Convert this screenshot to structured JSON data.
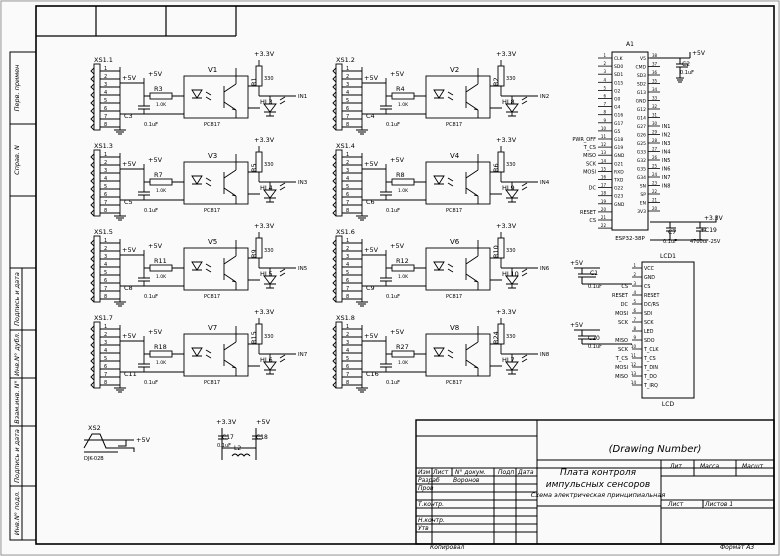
{
  "frame": {
    "side": {
      "perv_primen": "Перв. примен",
      "sprav": "Справ. N",
      "podp_data": "Подпись и дата",
      "inv_dubl": "Инв.N° дубл.",
      "vzam_inv": "Взам.инв. N°",
      "inv_podl": "Инв.N° подл."
    }
  },
  "title_block": {
    "drawing_number": "(Drawing Number)",
    "title_line1": "Плата контроля",
    "title_line2": "импульсных сенсоров",
    "subtitle": "Схема электрическая принципиальная",
    "col_izm": "Изм",
    "col_list": "Лист",
    "col_dokum": "N° докум.",
    "col_podp": "Подп",
    "col_data": "Дата",
    "row_razrab": "Разраб",
    "author": "Воронов",
    "row_prov": "Пров",
    "row_tkontr": "Т.контр.",
    "row_nkontr": "Н.контр.",
    "row_utv": "Утв",
    "lit": "Лит",
    "massa": "Масса",
    "masht": "Масшт",
    "list": "Лист",
    "listov": "Листов  1",
    "copied": "Копировал",
    "format": "Формат  А3"
  },
  "channels": [
    {
      "conn": "XS1.1",
      "v": "V1",
      "r_top": "R1",
      "r_top_val": "330",
      "r": "R3",
      "r_val": "1.0K",
      "c": "C3",
      "c_val": "0.1uF",
      "led": "HL3",
      "out": "IN1",
      "opto": "PC817",
      "v33": "+3.3V",
      "vcc": "+5V",
      "pins": [
        "1",
        "2",
        "3",
        "4",
        "5",
        "6",
        "7",
        "8"
      ]
    },
    {
      "conn": "XS1.2",
      "v": "V2",
      "r_top": "R2",
      "r_top_val": "330",
      "r": "R4",
      "r_val": "1.0K",
      "c": "C4",
      "c_val": "0.1uF",
      "led": "HL8",
      "out": "IN2",
      "opto": "PC817",
      "v33": "+3.3V",
      "vcc": "+5V",
      "pins": [
        "1",
        "2",
        "3",
        "4",
        "5",
        "6",
        "7",
        "8"
      ]
    },
    {
      "conn": "XS1.3",
      "v": "V3",
      "r_top": "R5",
      "r_top_val": "330",
      "r": "R7",
      "r_val": "1.0K",
      "c": "C5",
      "c_val": "0.1uF",
      "led": "HL4",
      "out": "IN3",
      "opto": "PC817",
      "v33": "+3.3V",
      "vcc": "+5V",
      "pins": [
        "1",
        "2",
        "3",
        "4",
        "5",
        "6",
        "7",
        "8"
      ]
    },
    {
      "conn": "XS1.4",
      "v": "V4",
      "r_top": "R6",
      "r_top_val": "330",
      "r": "R8",
      "r_val": "1.0K",
      "c": "C6",
      "c_val": "0.1uF",
      "led": "HL9",
      "out": "IN4",
      "opto": "PC817",
      "v33": "+3.3V",
      "vcc": "+5V",
      "pins": [
        "1",
        "2",
        "3",
        "4",
        "5",
        "6",
        "7",
        "8"
      ]
    },
    {
      "conn": "XS1.5",
      "v": "V5",
      "r_top": "R9",
      "r_top_val": "330",
      "r": "R11",
      "r_val": "1.0K",
      "c": "C8",
      "c_val": "0.1uF",
      "led": "HL5",
      "out": "IN5",
      "opto": "PC817",
      "v33": "+3.3V",
      "vcc": "+5V",
      "pins": [
        "1",
        "2",
        "3",
        "4",
        "5",
        "6",
        "7",
        "8"
      ]
    },
    {
      "conn": "XS1.6",
      "v": "V6",
      "r_top": "R10",
      "r_top_val": "330",
      "r": "R12",
      "r_val": "1.0K",
      "c": "C9",
      "c_val": "0.1uF",
      "led": "HL10",
      "out": "IN6",
      "opto": "PC817",
      "v33": "+3.3V",
      "vcc": "+5V",
      "pins": [
        "1",
        "2",
        "3",
        "4",
        "5",
        "6",
        "7",
        "8"
      ]
    },
    {
      "conn": "XS1.7",
      "v": "V7",
      "r_top": "R15",
      "r_top_val": "330",
      "r": "R18",
      "r_val": "1.0K",
      "c": "C11",
      "c_val": "0.1uF",
      "led": "HL6",
      "out": "IN7",
      "opto": "PC817",
      "v33": "+3.3V",
      "vcc": "+5V",
      "pins": [
        "1",
        "2",
        "3",
        "4",
        "5",
        "6",
        "7",
        "8"
      ]
    },
    {
      "conn": "XS1.8",
      "v": "V8",
      "r_top": "R24",
      "r_top_val": "330",
      "r": "R27",
      "r_val": "1.0K",
      "c": "C16",
      "c_val": "0.1uF",
      "led": "HL7",
      "out": "IN8",
      "opto": "PC817",
      "v33": "+3.3V",
      "vcc": "+5V",
      "pins": [
        "1",
        "2",
        "3",
        "4",
        "5",
        "6",
        "7",
        "8"
      ]
    }
  ],
  "esp32": {
    "ref": "A1",
    "part": "ESP32-38P",
    "c2_ref": "C2",
    "c2_val": "0.1uF",
    "vcc": "+5V",
    "c7_ref": "C7",
    "c7_val": "0.1uF",
    "c19_ref": "+C19",
    "c19_val": "4700uF-25V",
    "v33": "+3.3V",
    "left_nets": [
      "",
      "",
      "",
      "",
      "",
      "",
      "",
      "",
      "",
      "",
      "PWR_OFF",
      "T_CS",
      "MISO",
      "SCK",
      "MOSI",
      "",
      "DC",
      "",
      "",
      "RESET",
      "CS",
      ""
    ],
    "left_pins": [
      "CLK",
      "SD0",
      "SD1",
      "G15",
      "G2",
      "G0",
      "G4",
      "G16",
      "G17",
      "G5",
      "G18",
      "G19",
      "GND",
      "G21",
      "RXD",
      "TXD",
      "G22",
      "G23",
      "GND",
      "",
      "",
      ""
    ],
    "left_nums": [
      "1",
      "2",
      "3",
      "4",
      "5",
      "6",
      "7",
      "8",
      "9",
      "10",
      "11",
      "12",
      "13",
      "14",
      "15",
      "16",
      "17",
      "18",
      "19",
      "20",
      "21",
      "22"
    ],
    "right_pins": [
      "V5",
      "CMD",
      "SD3",
      "SD2",
      "G13",
      "GND",
      "G12",
      "G14",
      "G27",
      "G26",
      "G25",
      "G33",
      "G32",
      "G35",
      "G34",
      "SN",
      "SP",
      "EN",
      "3V3"
    ],
    "right_nums": [
      "38",
      "37",
      "36",
      "35",
      "34",
      "33",
      "32",
      "31",
      "30",
      "29",
      "28",
      "27",
      "26",
      "25",
      "24",
      "23",
      "22",
      "21",
      "20"
    ],
    "right_nets": [
      "",
      "",
      "",
      "",
      "",
      "",
      "",
      "",
      "IN1",
      "IN2",
      "IN3",
      "IN4",
      "IN5",
      "IN6",
      "IN7",
      "IN8",
      "",
      "",
      ""
    ]
  },
  "lcd": {
    "ref": "LCD1",
    "name": "LCD",
    "c1_ref": "C1",
    "c1_val": "0.1uF",
    "c20_ref": "C20",
    "c20_val": "0.1uF",
    "vcc": "+5V",
    "pins": [
      "VCC",
      "GND",
      "CS",
      "RESET",
      "DC/RS",
      "SDI",
      "SCK",
      "LED",
      "SDO",
      "T_CLK",
      "T_CS",
      "T_DIN",
      "T_DO",
      "T_IRQ"
    ],
    "nums": [
      "1",
      "2",
      "3",
      "4",
      "5",
      "6",
      "7",
      "8",
      "9",
      "10",
      "11",
      "12",
      "13",
      "14"
    ],
    "nets": [
      "",
      "",
      "CS",
      "RESET",
      "DC",
      "MOSI",
      "SCK",
      "",
      "MISO",
      "SCK",
      "T_CS",
      "MOSI",
      "MISO",
      ""
    ]
  },
  "xs2": {
    "ref": "XS2",
    "part": "DJK-02B",
    "vcc": "+5V"
  },
  "filter": {
    "v33": "+3.3V",
    "vcc": "+5V",
    "c17_ref": "C17",
    "c18_ref": "C18",
    "l2_ref": "L2",
    "val": "0.1uF"
  }
}
